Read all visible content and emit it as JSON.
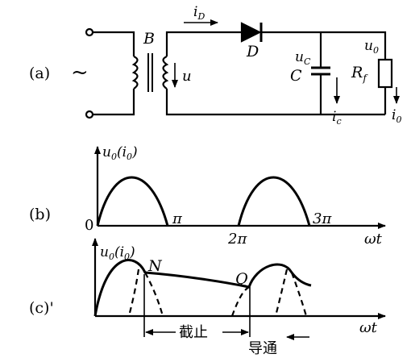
{
  "circuit": {
    "panel_label": "(a)",
    "ac_symbol": "~",
    "transformer_label": "B",
    "diode_label": "D",
    "diode_current_label": "i",
    "diode_current_sub": "D",
    "secondary_voltage_label": "u",
    "capacitor_label": "C",
    "capacitor_voltage_label": "u",
    "capacitor_voltage_sub": "C",
    "capacitor_current_label": "i",
    "capacitor_current_sub": "c",
    "load_label": "R",
    "load_sub": "f",
    "output_voltage_label": "u",
    "output_voltage_sub": "0",
    "output_current_label": "i",
    "output_current_sub": "0"
  },
  "plot_b": {
    "panel_label": "(b)",
    "y_label": "u",
    "y_sub": "0",
    "y_paren": "(i",
    "y_paren_sub": "0",
    "y_paren_close": ")",
    "origin_label": "0",
    "tick_pi": "π",
    "tick_2pi": "2π",
    "tick_3pi": "3π",
    "x_label": "ωt"
  },
  "plot_c": {
    "panel_label": "(c)'",
    "y_label": "u",
    "y_sub": "0",
    "y_paren": "(i",
    "y_paren_sub": "0",
    "y_paren_close": ")",
    "point_n": "N",
    "point_q": "Q",
    "x_label": "ωt",
    "cutoff_label": "截止",
    "conduct_label": "导通"
  }
}
